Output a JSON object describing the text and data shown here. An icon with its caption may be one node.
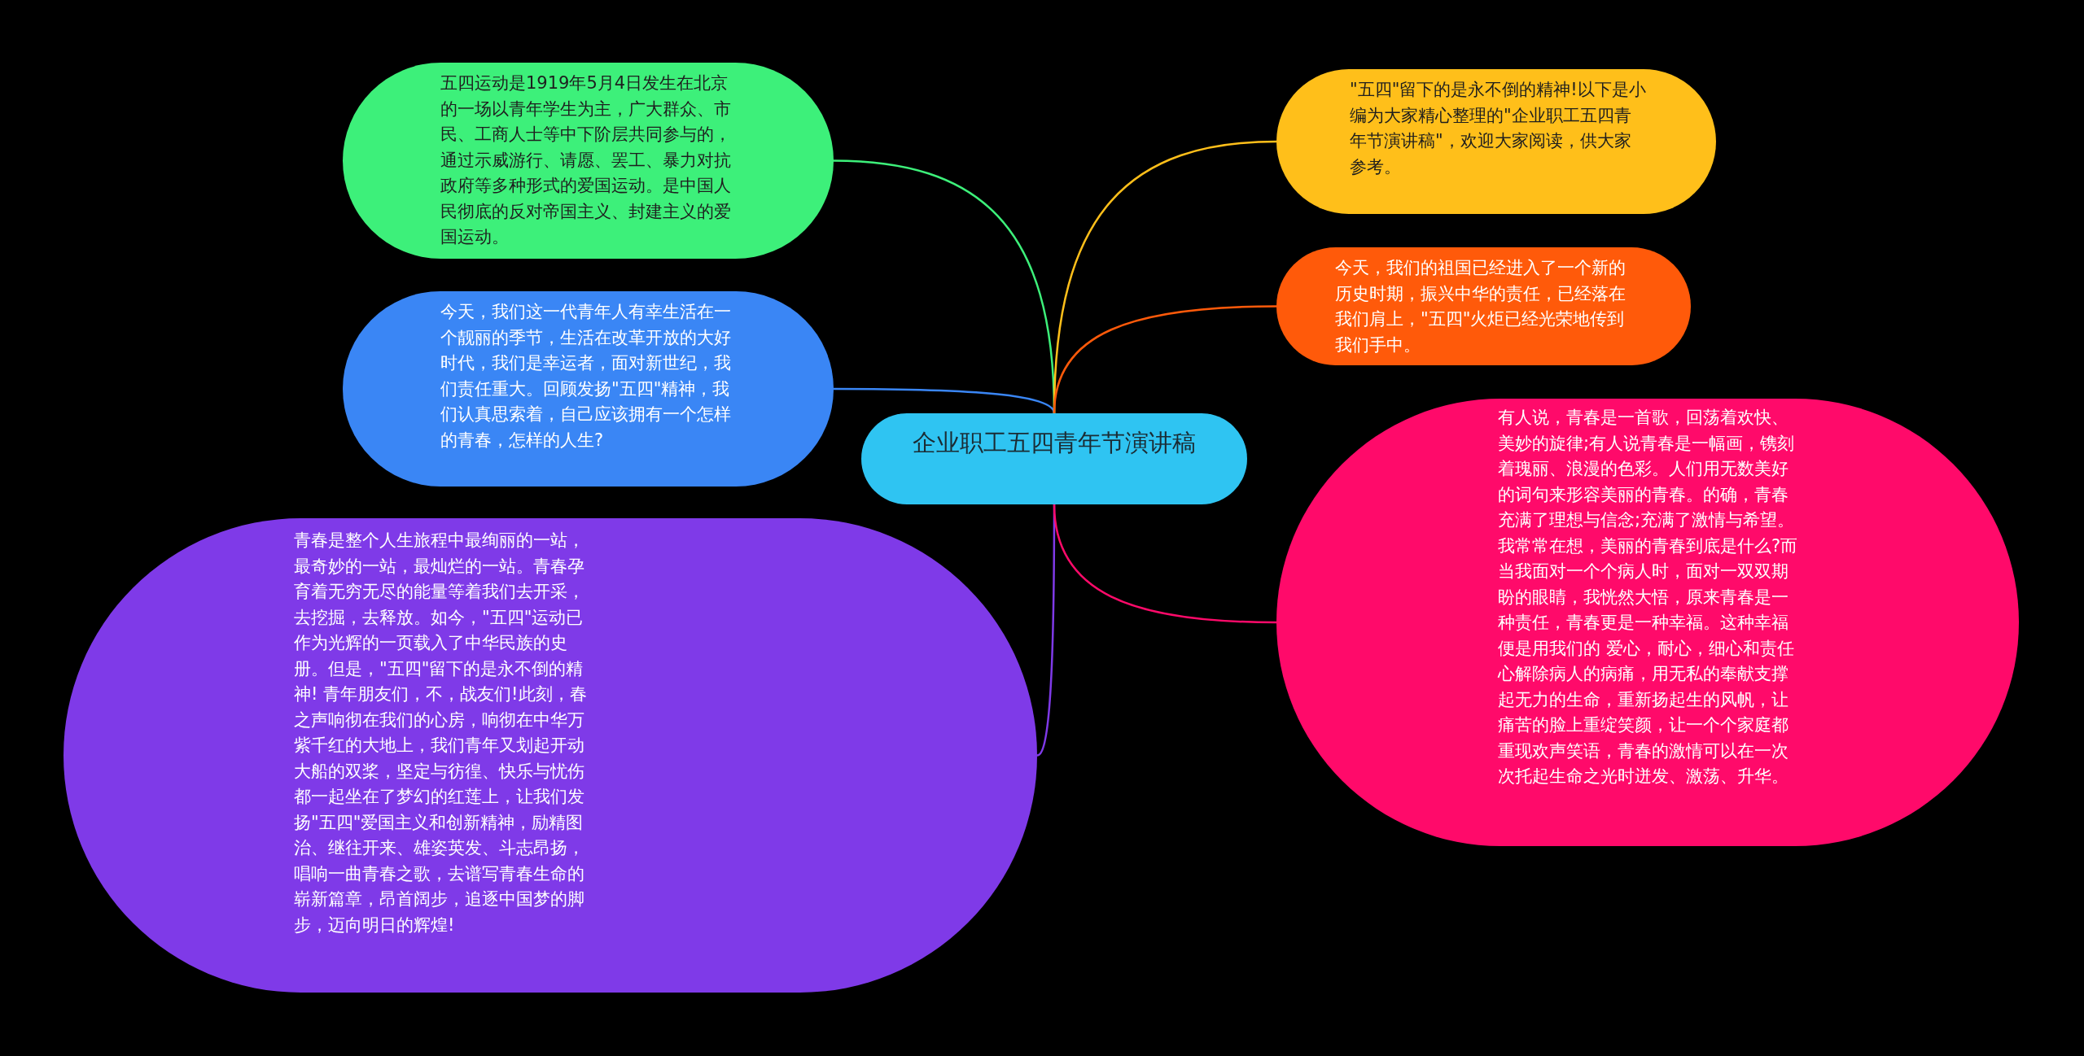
{
  "diagram": {
    "nodes": [
      {
        "text": [
          "企业职工五四青年节演讲稿"
        ]
      },
      {
        "text": [
          "五四运动是1919年5月4日发生在北京的一场以青年学生为主，广大群众、市民、工商人士等中下阶层共同参与的，通过示威游行、请愿、罢工、暴力对抗政府等多种形式的爱国运动。是中国人民彻底的反对帝国主义、封建主义的爱国运动。"
        ]
      },
      {
        "text": [
          "今天，我们这一代青年人有幸生活在一个靓丽的季节，生活在改革开放的大好时代，我们是幸运者，面对新世纪，我们责任重大。回顾发扬\"五四\"精神，我们认真思索着，自己应该拥有一个怎样的青春，怎样的人生?"
        ]
      },
      {
        "text": [
          "青春是整个人生旅程中最绚丽的一站，最奇妙的一站，最灿烂的一站。青春孕育着无穷无尽的能量等着我们去开采，去挖掘，去释放。如今，\"五四\"运动已作为光辉的一页载入了中华民族的史册。但是，\"五四\"留下的是永不倒的精神! 青年朋友们，不，战友们!此刻，春之声响彻在我们的心房，响彻在中华万紫千红的大地上，我们青年又划起开动大船的双桨，坚定与彷徨、快乐与忧伤都一起坐在了梦幻的红莲上，让我们发扬\"五四\"爱国主义和创新精神，励精图治、继往开来、雄姿英发、斗志昂扬，唱响一曲青春之歌，去谱写青春生命的崭新篇章，昂首阔步，追逐中国梦的脚步，迈向明日的辉煌!"
        ]
      },
      {
        "text": [
          "\"五四\"留下的是永不倒的精神!以下是小编为大家精心整理的\"企业职工五四青年节演讲稿\"，欢迎大家阅读，供大家参考。"
        ]
      },
      {
        "text": [
          "今天，我们的祖国已经进入了一个新的历史时期，振兴中华的责任，已经落在我们肩上，\"五四\"火炬已经光荣地传到我们手中。"
        ]
      },
      {
        "text": [
          "有人说，青春是一首歌，回荡着欢快、美妙的旋律;有人说青春是一幅画，镌刻着瑰丽、浪漫的色彩。人们用无数美好的词句来形容美丽的青春。的确，青春充满了理想与信念;充满了激情与希望。我常常在想，美丽的青春到底是什么?而当我面对一个个病人时，面对一双双期盼的眼睛，我恍然大悟，原来青春是一种责任，青春更是一种幸福。这种幸福便是用我们的 爱心，耐心，细心和责任心解除病人的病痛，用无私的奉献支撑起无力的生命，重新扬起生的风帆，让痛苦的脸上重绽笑颜，让一个个家庭都重现欢声笑语，青春的激情可以在一次次托起生命之光时迸发、激荡、升华。"
        ]
      }
    ],
    "edges": [
      {
        "from": 0,
        "to": 1,
        "arrow": "none",
        "color": "#3df07a"
      },
      {
        "from": 0,
        "to": 2,
        "arrow": "none",
        "color": "#3a86f5"
      },
      {
        "from": 0,
        "to": 3,
        "arrow": "none",
        "color": "#7f3ae8"
      },
      {
        "from": 0,
        "to": 4,
        "arrow": "none",
        "color": "#ffbf1a"
      },
      {
        "from": 0,
        "to": 5,
        "arrow": "none",
        "color": "#ff5a0a"
      },
      {
        "from": 0,
        "to": 6,
        "arrow": "none",
        "color": "#ff0a6a"
      }
    ]
  }
}
